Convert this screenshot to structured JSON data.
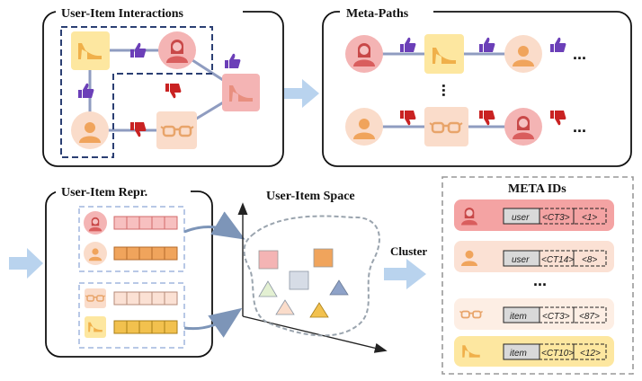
{
  "panels": {
    "interactions_title": "User-Item Interactions",
    "meta_paths_title": "Meta-Paths",
    "repr_title": "User-Item Repr.",
    "space_title": "User-Item Space",
    "cluster_label": "Cluster",
    "meta_ids_title": "META IDs"
  },
  "meta_paths": {
    "ellipsis": "..."
  },
  "meta_ids": {
    "rows": [
      {
        "type": "user",
        "code": "<CT3>",
        "id": "<1>"
      },
      {
        "type": "user",
        "code": "<CT14>",
        "id": "<8>"
      },
      {
        "type": "item",
        "code": "<CT3>",
        "id": "<87>"
      },
      {
        "type": "item",
        "code": "<CT10>",
        "id": "<12>"
      }
    ],
    "ellipsis": "..."
  },
  "colors": {
    "pink": "#f4b4b4",
    "peach": "#fadcca",
    "yellow": "#fde7a0",
    "orange": "#f0a45c",
    "like": "#6b3fb8",
    "dislike": "#c92222",
    "arrow": "#b9d3ee",
    "dashed_navy": "#2b3f73",
    "dashed_light": "#b8c8e6"
  },
  "icons": [
    "heel-shoe-icon",
    "female-user-icon",
    "male-user-icon",
    "glasses-icon",
    "thumbs-up-icon",
    "thumbs-down-icon"
  ]
}
